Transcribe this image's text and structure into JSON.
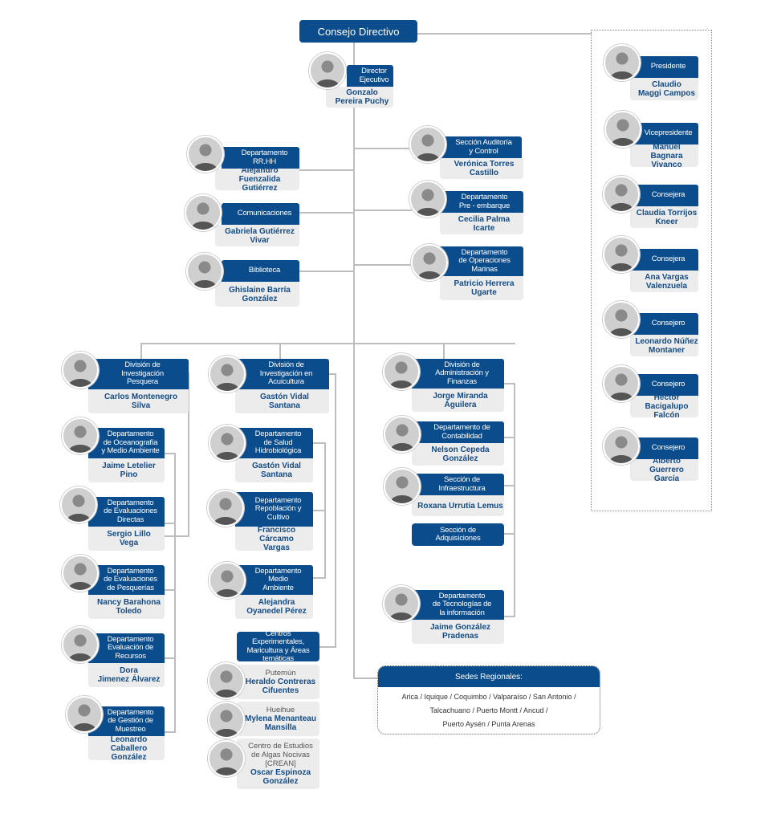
{
  "header": {
    "consejo": "Consejo Directivo"
  },
  "cards": [
    {
      "id": "director",
      "title": "Director\nEjecutivo",
      "name": "Gonzalo\nPereira Puchy"
    },
    {
      "id": "rrhh",
      "title": "Departamento\nRR.HH",
      "name": "Alejandro Fuenzalida\nGutiérrez"
    },
    {
      "id": "comunicaciones",
      "title": "Comunicaciones",
      "name": "Gabriela Gutiérrez\nVivar"
    },
    {
      "id": "biblioteca",
      "title": "Biblioteca",
      "name": "Ghislaine Barría\nGonzález"
    },
    {
      "id": "auditoria",
      "title": "Sección Auditoría\ny Control",
      "name": "Verónica Torres\nCastillo"
    },
    {
      "id": "preembarque",
      "title": "Departamento\nPre - embarque",
      "name": "Cecilia Palma\nIcarte"
    },
    {
      "id": "operaciones",
      "title": "Departamento\nde Operaciones\nMarinas",
      "name": "Patricio Herrera\nUgarte"
    },
    {
      "id": "presidente",
      "title": "Presidente",
      "name": "Claudio\nMaggi Campos"
    },
    {
      "id": "vicepresidente",
      "title": "Vicepresidente",
      "name": "Manuel\nBagnara Vivanco"
    },
    {
      "id": "consejera1",
      "title": "Consejera",
      "name": "Claudia Torrijos\nKneer"
    },
    {
      "id": "consejera2",
      "title": "Consejera",
      "name": "Ana Vargas\nValenzuela"
    },
    {
      "id": "consejero1",
      "title": "Consejero",
      "name": "Leonardo Núñez\nMontaner"
    },
    {
      "id": "consejero2",
      "title": "Consejero",
      "name": "Héctor Bacigalupo\nFalcón"
    },
    {
      "id": "consejero3",
      "title": "Consejero",
      "name": "Alberto Guerrero\nGarcía"
    },
    {
      "id": "pesquera",
      "title": "División de\nInvestigación\nPesquera",
      "name": "Carlos Montenegro\nSilva"
    },
    {
      "id": "oceanografia",
      "title": "Departamento\nde Oceanografía\ny Medio Ambiente",
      "name": "Jaime Letelier\nPino"
    },
    {
      "id": "evaldirectas",
      "title": "Departamento\nde Evaluaciones\nDirectas",
      "name": "Sergio Lillo\nVega"
    },
    {
      "id": "evalpesquerias",
      "title": "Departamento\nde Evaluaciones\nde Pesquerías",
      "name": "Nancy Barahona\nToledo"
    },
    {
      "id": "evalrecursos",
      "title": "Departamento\nEvaluación de\nRecursos",
      "name": "Dora\nJimenez Álvarez"
    },
    {
      "id": "muestreo",
      "title": "Departamento\nde Gestión de\nMuestreo",
      "name": "Leonardo Caballero\nGonzález"
    },
    {
      "id": "acuicultura",
      "title": "División de\nInvestigación en\nAcuicultura",
      "name": "Gastón Vidal\nSantana"
    },
    {
      "id": "salud",
      "title": "Departamento\nde Salud\nHidrobiológica",
      "name": "Gastón Vidal\nSantana"
    },
    {
      "id": "repoblacion",
      "title": "Departamento\nRepoblación y\nCultivo",
      "name": "Francisco Cárcamo\nVargas"
    },
    {
      "id": "medioambiente",
      "title": "Departamento\nMedio\nAmbiente",
      "name": "Alejandra\nOyanedel Pérez"
    },
    {
      "id": "centros",
      "title": "Centros Experimentales,\nMaricultura y Áreas\ntemáticas"
    },
    {
      "id": "putemun",
      "sub": "Putemún",
      "name": "Heraldo Contreras\nCifuentes"
    },
    {
      "id": "hueihue",
      "sub": "Hueihue",
      "name": "Mylena Menanteau\nMansilla"
    },
    {
      "id": "crean",
      "sub": "Centro de Estudios\nde Algas Nocivas\n[CREAN]",
      "name": "Oscar Espinoza\nGonzález"
    },
    {
      "id": "administracion",
      "title": "División de\nAdministración y\nFinanzas",
      "name": "Jorge Miranda\nÁguilera"
    },
    {
      "id": "contabilidad",
      "title": "Departamento de\nContabilidad",
      "name": "Nelson Cepeda\nGonzález"
    },
    {
      "id": "infraestructura",
      "title": "Sección de\nInfraestructura",
      "name": "Roxana Urrutia Lemus"
    },
    {
      "id": "adquisiciones",
      "title": "Sección de\nAdquisiciones"
    },
    {
      "id": "tecnologias",
      "title": "Departamento\nde Tecnologías de\nla información",
      "name": "Jaime González\nPradenas"
    }
  ],
  "sedes": {
    "title": "Sedes Regionales:",
    "list": "Arica / Iquique / Coquimbo / Valparaíso / San Antonio /\nTalcachuano / Puerto Montt / Ancud /\nPuerto Aysén / Punta Arenas"
  },
  "colors": {
    "blue": "#0b4c8c",
    "gray": "#ececec",
    "line": "#bdbdbd"
  }
}
